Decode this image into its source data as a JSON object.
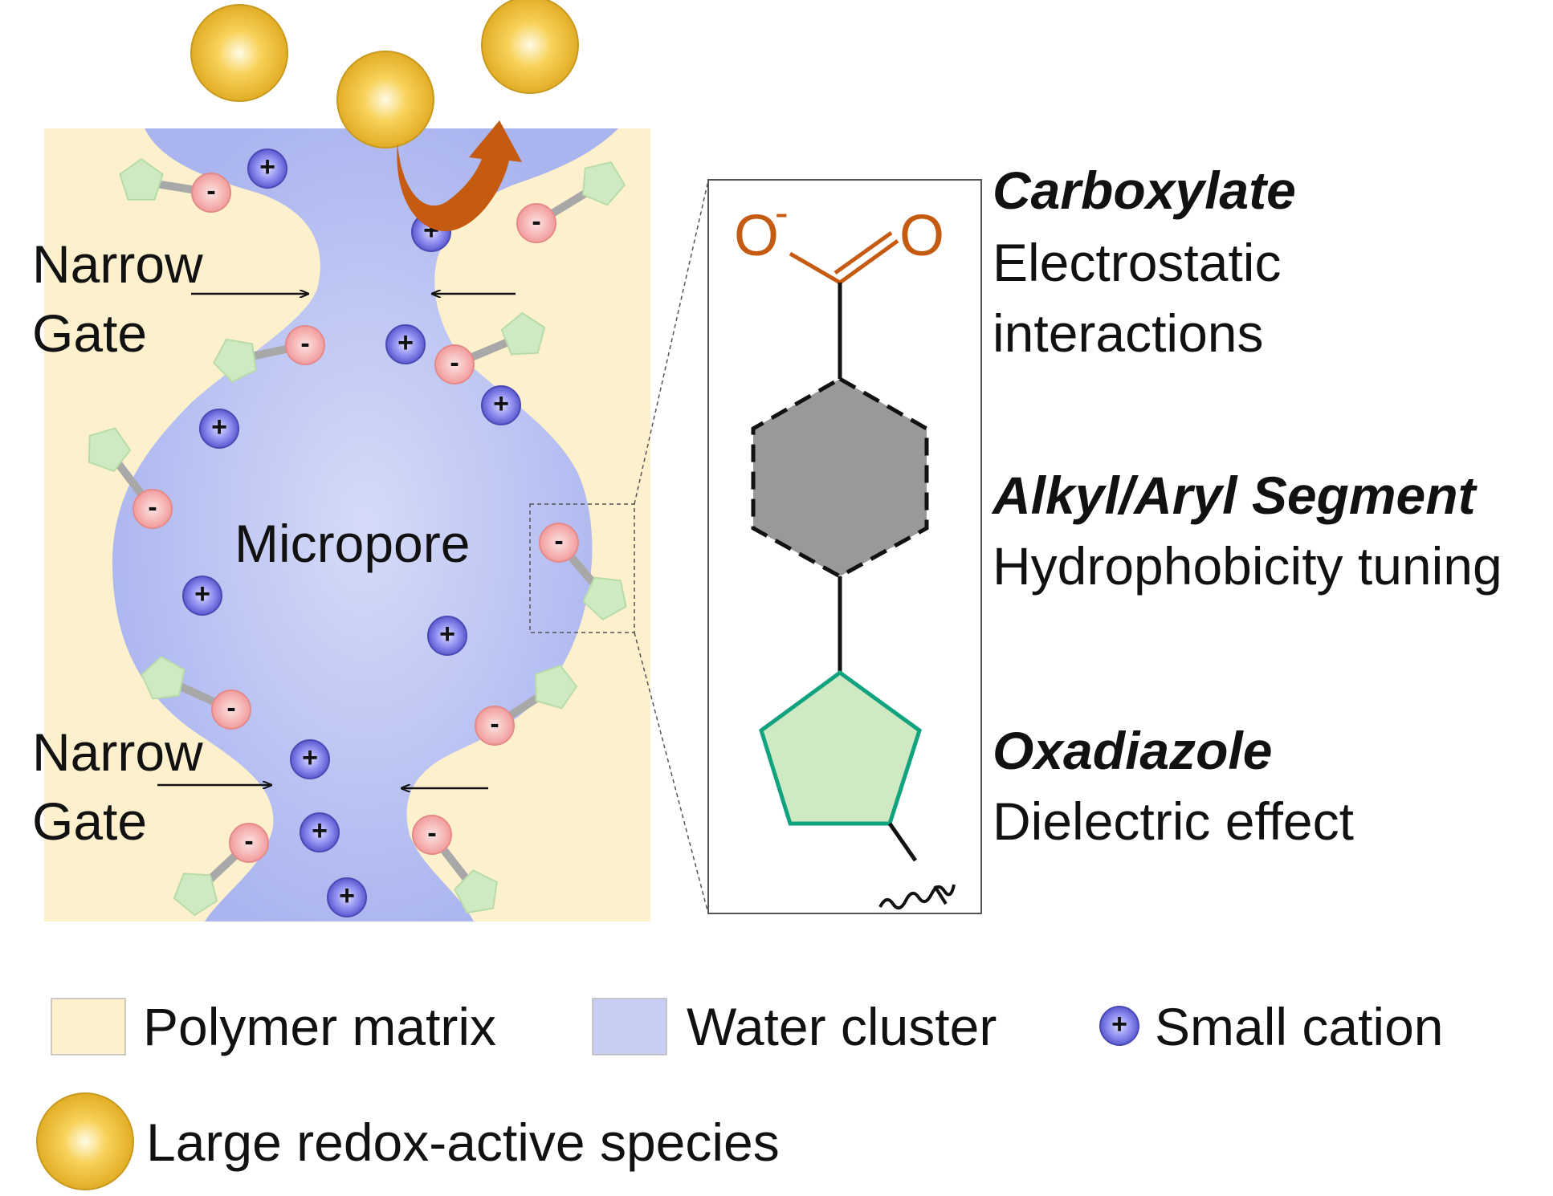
{
  "colors": {
    "polymer_matrix": "#fdf0cc",
    "water_cluster": "#aab4ef",
    "cation": "#6f6fe0",
    "anion": "#f4a3a3",
    "oxadiazole": "#cfeac2",
    "oxadiazole_stroke": "#11a37f",
    "carboxylate": "#c55a11",
    "aryl_segment": "#999999",
    "redox_species": "#f0c040",
    "arrow": "#c55a11"
  },
  "pore": {
    "gate_top_line1": "Narrow",
    "gate_top_line2": "Gate",
    "gate_bottom_line1": "Narrow",
    "gate_bottom_line2": "Gate",
    "micropore_label": "Micropore"
  },
  "structure": {
    "carboxylate_o_minus": "O",
    "minus_sign": "-",
    "carboxylate_o": "O",
    "carboxylate_title": "Carboxylate",
    "carboxylate_desc1": "Electrostatic",
    "carboxylate_desc2": "interactions",
    "segment_title": "Alkyl/Aryl Segment",
    "segment_desc": "Hydrophobicity tuning",
    "oxadiazole_title": "Oxadiazole",
    "oxadiazole_desc": "Dielectric effect"
  },
  "legend": {
    "polymer_matrix": "Polymer matrix",
    "water_cluster": "Water cluster",
    "small_cation": "Small cation",
    "large_species": "Large redox-active species",
    "cation_symbol": "+"
  },
  "symbols": {
    "plus": "+",
    "minus": "-"
  }
}
